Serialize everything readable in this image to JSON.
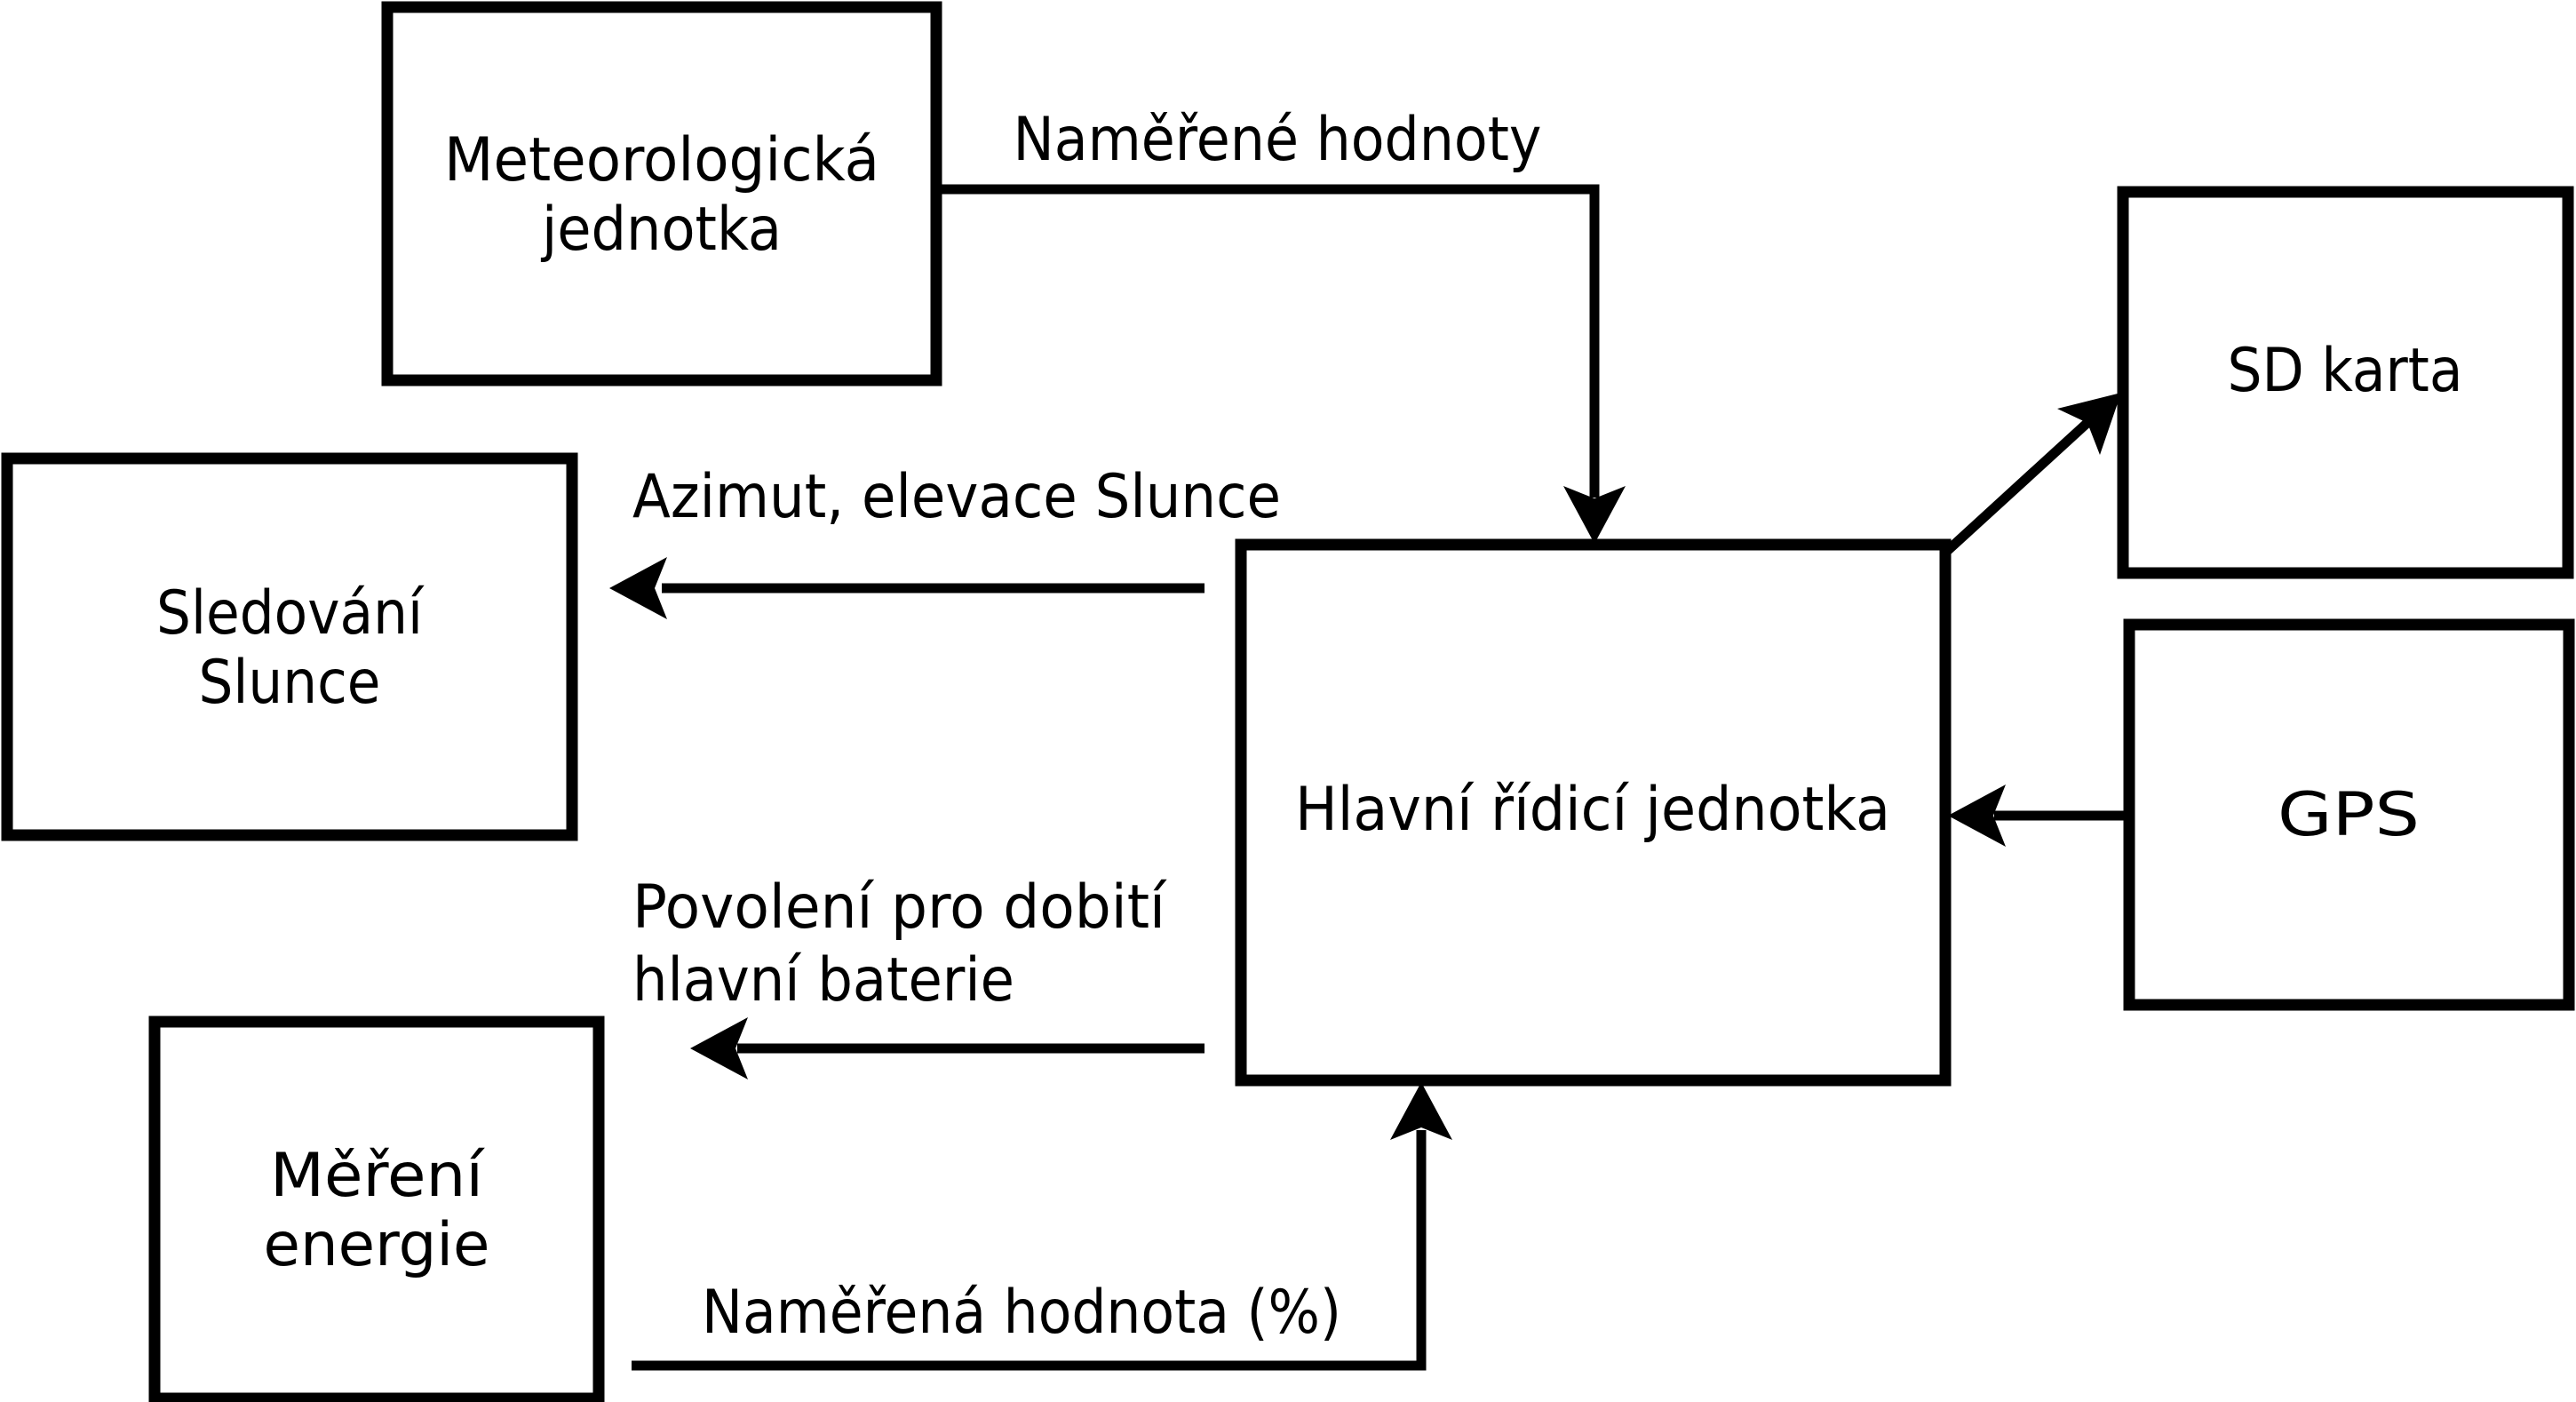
{
  "diagram": {
    "colors": {
      "background": "#ffffff",
      "stroke": "#000000",
      "text": "#000000"
    },
    "nodes": {
      "meteo": {
        "line1": "Meteorologická",
        "line2": "jednotka"
      },
      "sd": {
        "label": "SD karta"
      },
      "sledovani": {
        "line1": "Sledování",
        "line2": "Slunce"
      },
      "hrj": {
        "label": "Hlavní řídicí jednotka"
      },
      "gps": {
        "label": "GPS"
      },
      "mereni": {
        "line1": "Měření",
        "line2": "energie"
      }
    },
    "edges": {
      "meteo_to_hrj": {
        "label": "Naměřené hodnoty"
      },
      "hrj_to_sledovani": {
        "label": "Azimut, elevace Slunce"
      },
      "hrj_to_battery": {
        "label_line1": "Povolení pro dobití",
        "label_line2": "hlavní baterie"
      },
      "mereni_to_hrj": {
        "label": "Naměřená hodnota (%)"
      }
    }
  }
}
